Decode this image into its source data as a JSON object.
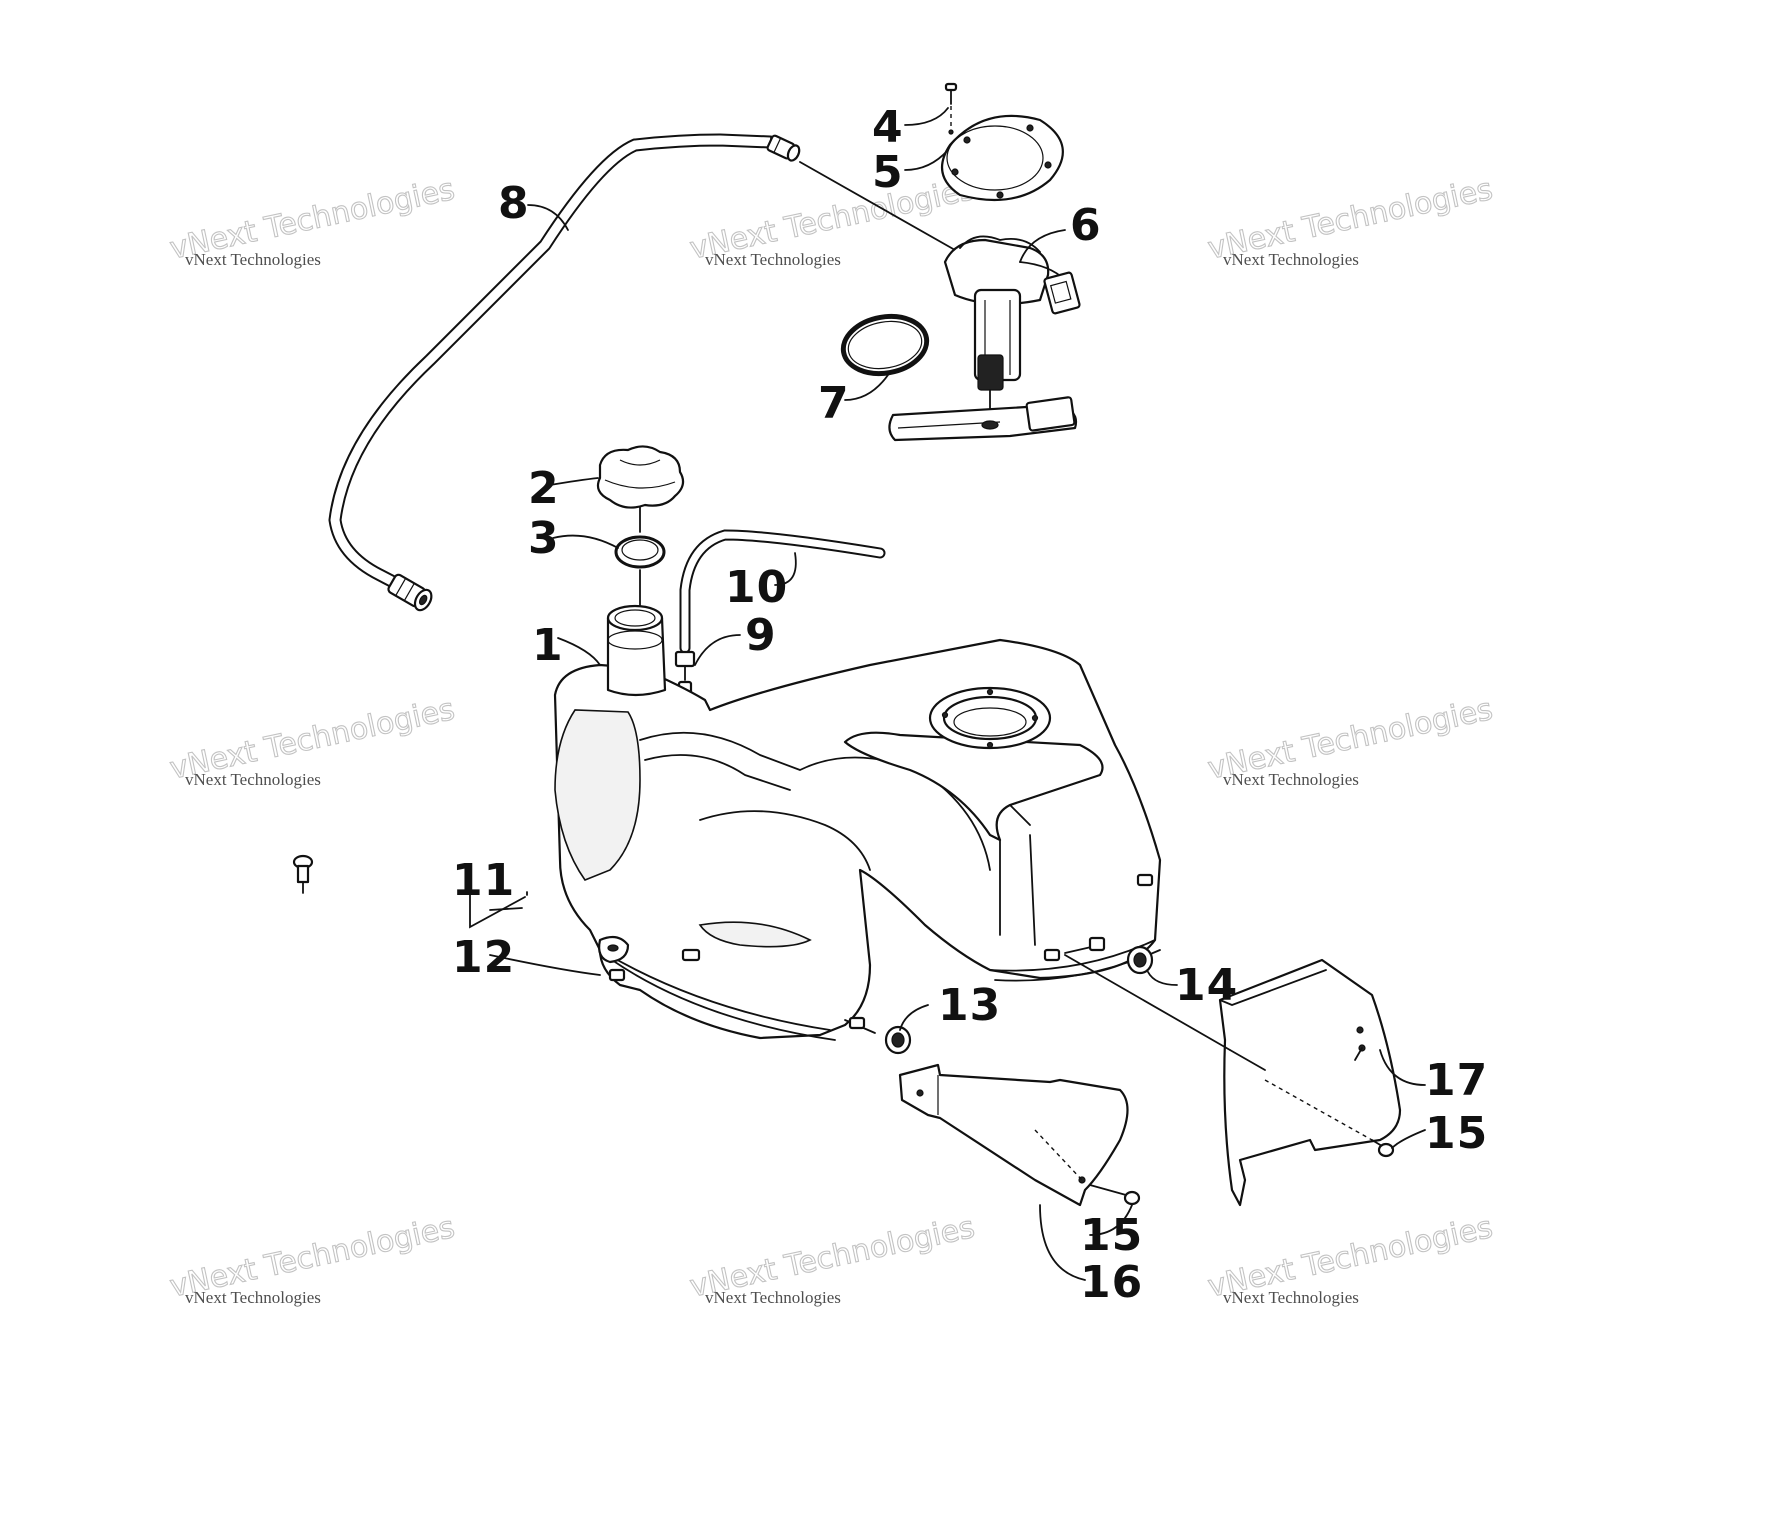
{
  "watermark": {
    "line1": "vNext Technologies",
    "line2": "vNext Technologies"
  },
  "callouts": {
    "c1": "1",
    "c2": "2",
    "c3": "3",
    "c4": "4",
    "c5": "5",
    "c6": "6",
    "c7": "7",
    "c8": "8",
    "c9": "9",
    "c10": "10",
    "c11": "11",
    "c12": "12",
    "c13": "13",
    "c14": "14",
    "c15a": "15",
    "c15b": "15",
    "c16": "16",
    "c17": "17"
  }
}
